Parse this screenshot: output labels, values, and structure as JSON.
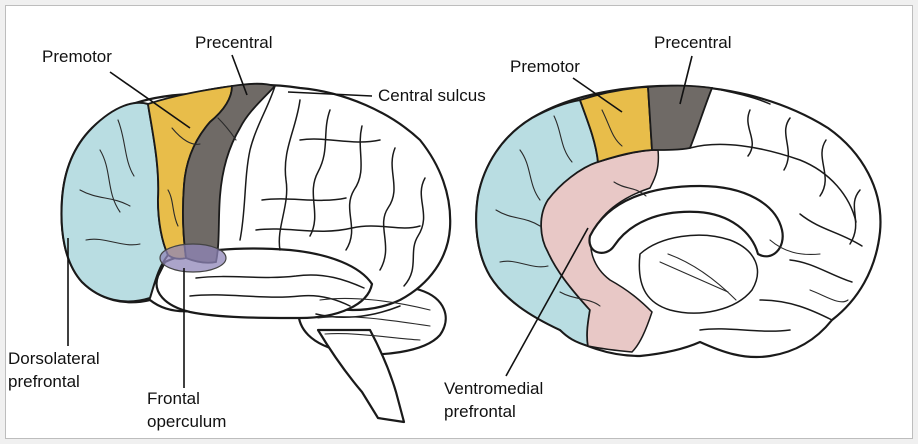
{
  "colors": {
    "dorsolateral_prefrontal": "#b9dde2",
    "premotor": "#e8bd4a",
    "precentral": "#6f6a66",
    "frontal_operculum": "#8f86b8",
    "ventromedial_prefrontal": "#e8c8c6"
  },
  "lateral_view": {
    "labels": {
      "premotor": "Premotor",
      "precentral": "Precentral",
      "central_sulcus": "Central sulcus",
      "dorsolateral_line1": "Dorsolateral",
      "dorsolateral_line2": "prefrontal",
      "operculum_line1": "Frontal",
      "operculum_line2": "operculum"
    }
  },
  "medial_view": {
    "labels": {
      "premotor": "Premotor",
      "precentral": "Precentral",
      "ventromedial_line1": "Ventromedial",
      "ventromedial_line2": "prefrontal"
    }
  }
}
